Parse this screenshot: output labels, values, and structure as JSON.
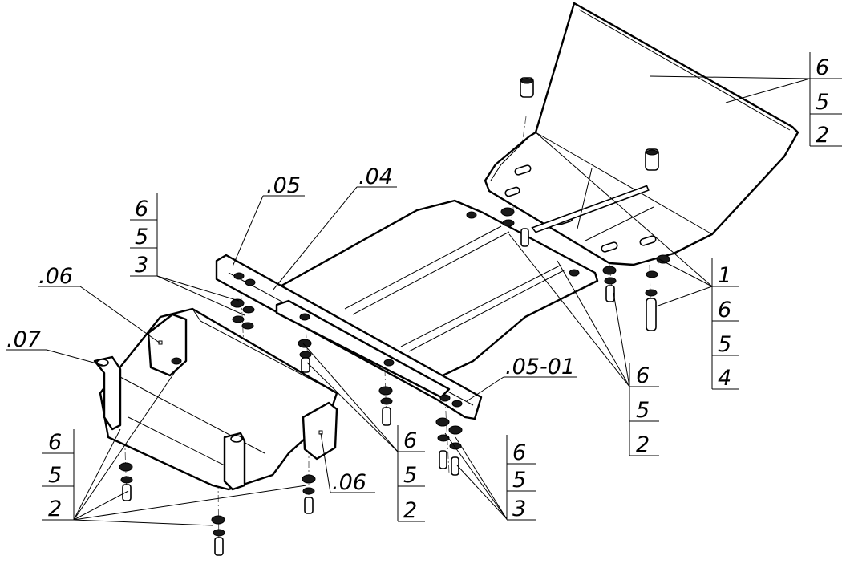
{
  "callouts": {
    "top_right": [
      "6",
      "5",
      "2"
    ],
    "right_upper": [
      "1",
      "6",
      "5",
      "4"
    ],
    "right_mid": [
      "6",
      "5",
      "2"
    ],
    "bottom_mid_right": [
      "6",
      "5",
      "3"
    ],
    "bottom_center": [
      "6",
      "5",
      "2"
    ],
    "bottom_left": [
      "6",
      "5",
      "2"
    ],
    "upper_left": [
      "6",
      "5",
      "3"
    ]
  },
  "part_labels": {
    "p05": ".05",
    "p04": ".04",
    "p06_left": ".06",
    "p07": ".07",
    "p0501": ".05-01",
    "p06_right": ".06"
  }
}
